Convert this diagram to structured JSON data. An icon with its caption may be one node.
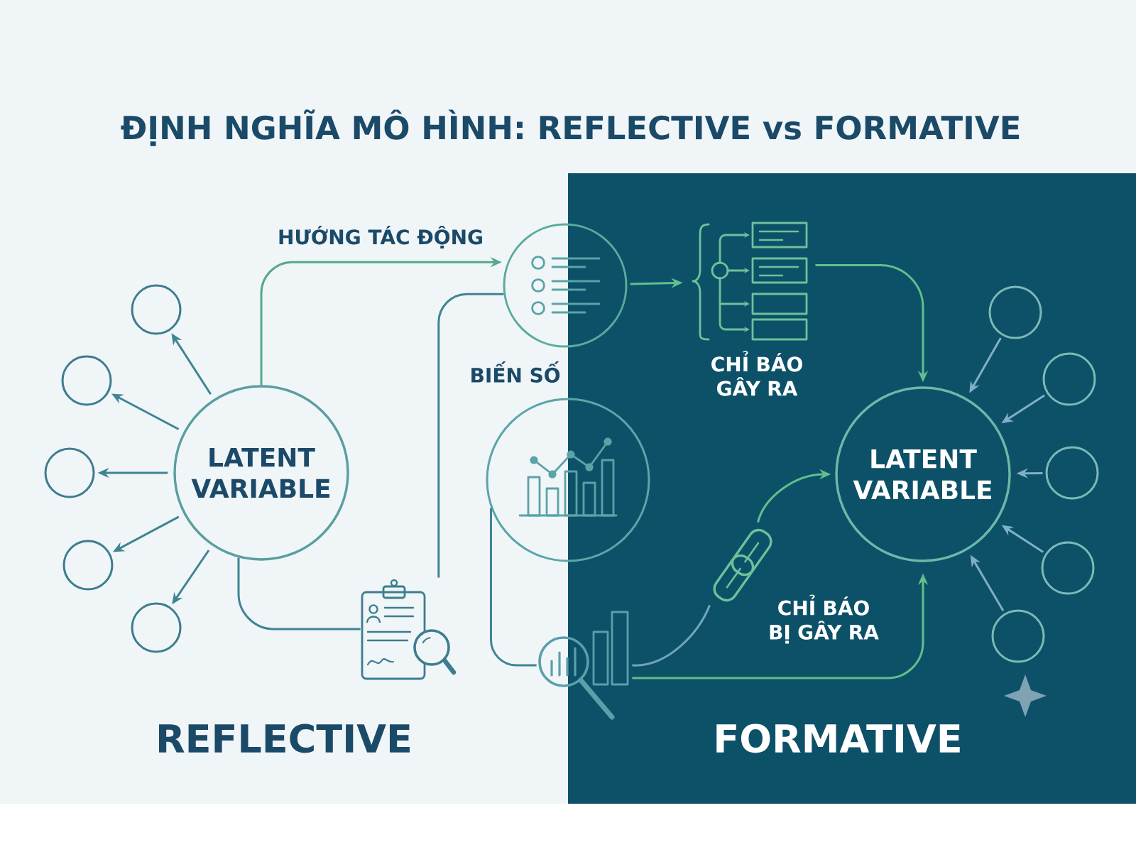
{
  "diagram": {
    "title": "ĐỊNH NGHĨA MÔ HÌNH: REFLECTIVE vs FORMATIVE",
    "nodes": [
      {
        "text": [
          "LATENT VARIABLE"
        ]
      },
      {
        "text": [],
        "shape": "circle"
      },
      {
        "text": [],
        "shape": "circle"
      },
      {
        "text": [],
        "shape": "circle"
      },
      {
        "text": [],
        "shape": "circle"
      },
      {
        "text": [],
        "shape": "circle"
      },
      {
        "text": [],
        "shape": "circle",
        "beside": [
          "BIẾN SỐ"
        ]
      },
      {
        "text": [],
        "shape": "circle"
      },
      {
        "text": [],
        "shape": "picture"
      },
      {
        "text": [],
        "shape": "picture"
      },
      {
        "text": [],
        "shape": "picture",
        "beside": [
          "CHỈ BÁO GÂY RA"
        ]
      },
      {
        "text": [
          "LATENT VARIABLE"
        ]
      },
      {
        "text": [],
        "shape": "circle"
      },
      {
        "text": [],
        "shape": "circle"
      },
      {
        "text": [],
        "shape": "circle"
      },
      {
        "text": [],
        "shape": "circle"
      },
      {
        "text": [],
        "shape": "circle"
      },
      {
        "text": [],
        "shape": "picture"
      }
    ],
    "edges": [
      {
        "from": 0,
        "to": 1,
        "arrow": "to"
      },
      {
        "from": 0,
        "to": 2,
        "arrow": "to"
      },
      {
        "from": 0,
        "to": 3,
        "arrow": "to"
      },
      {
        "from": 0,
        "to": 4,
        "arrow": "to"
      },
      {
        "from": 0,
        "to": 5,
        "arrow": "to"
      },
      {
        "from": 0,
        "to": 6,
        "arrow": "to",
        "label": "HƯỚNG TÁC ĐỘNG",
        "color": "#55a98c"
      },
      {
        "from": 0,
        "to": 8,
        "arrow": "none"
      },
      {
        "from": 8,
        "to": 6,
        "arrow": "none"
      },
      {
        "from": 7,
        "to": 9,
        "arrow": "none"
      },
      {
        "from": 6,
        "to": 10,
        "arrow": "to",
        "color": "#62bf8c"
      },
      {
        "from": 10,
        "to": 11,
        "arrow": "to",
        "color": "#62bf8c"
      },
      {
        "from": 12,
        "to": 11,
        "arrow": "to",
        "color": "#7fb0c6"
      },
      {
        "from": 13,
        "to": 11,
        "arrow": "to",
        "color": "#7fb0c6"
      },
      {
        "from": 14,
        "to": 11,
        "arrow": "to",
        "color": "#7fb0c6"
      },
      {
        "from": 15,
        "to": 11,
        "arrow": "to",
        "color": "#7fb0c6"
      },
      {
        "from": 16,
        "to": 11,
        "arrow": "to",
        "color": "#7fb0c6"
      },
      {
        "from": 9,
        "to": 17,
        "arrow": "none",
        "color": "#6fa6bb"
      },
      {
        "from": 17,
        "to": 11,
        "arrow": "to",
        "color": "#62bf8c"
      },
      {
        "from": 9,
        "to": 11,
        "arrow": "to",
        "label": "CHỈ BÁO BỊ GÂY RA",
        "color": "#62bf8c"
      }
    ],
    "labels": [
      "REFLECTIVE",
      "FORMATIVE"
    ]
  }
}
